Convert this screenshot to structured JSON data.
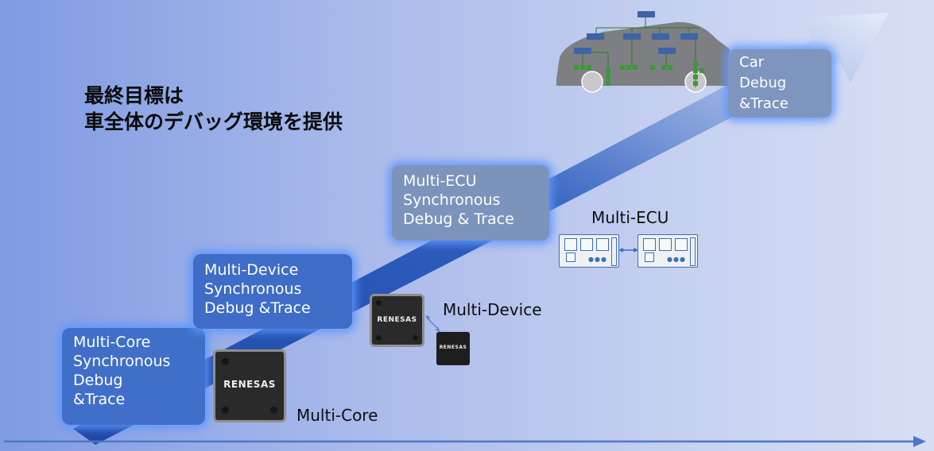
{
  "headline": {
    "line1": "最終目標は",
    "line2": "車全体のデバッグ環境を提供"
  },
  "stages": {
    "core": {
      "lines": [
        "Multi-Core",
        "Synchronous",
        "Debug",
        "&Trace"
      ]
    },
    "device": {
      "lines": [
        "Multi-Device",
        "Synchronous",
        "Debug &Trace"
      ]
    },
    "ecu": {
      "lines": [
        "Multi-ECU",
        "Synchronous",
        "Debug & Trace"
      ]
    },
    "car": {
      "lines": [
        "Car",
        "Debug",
        "&Trace"
      ]
    }
  },
  "labels": {
    "core": "Multi-Core",
    "device": "Multi-Device",
    "ecu": "Multi-ECU"
  },
  "chips": {
    "logo": "RENESAS"
  },
  "colors": {
    "stage_blue": "#3f6fc9",
    "stage_gray": "#7c93bb",
    "timeline_arrow": "#4a78c6",
    "ecu_line": "#3b6fb5",
    "car_body": "#7d7f82",
    "car_node_blue": "#3e64a8",
    "car_node_green": "#3a9a36"
  }
}
